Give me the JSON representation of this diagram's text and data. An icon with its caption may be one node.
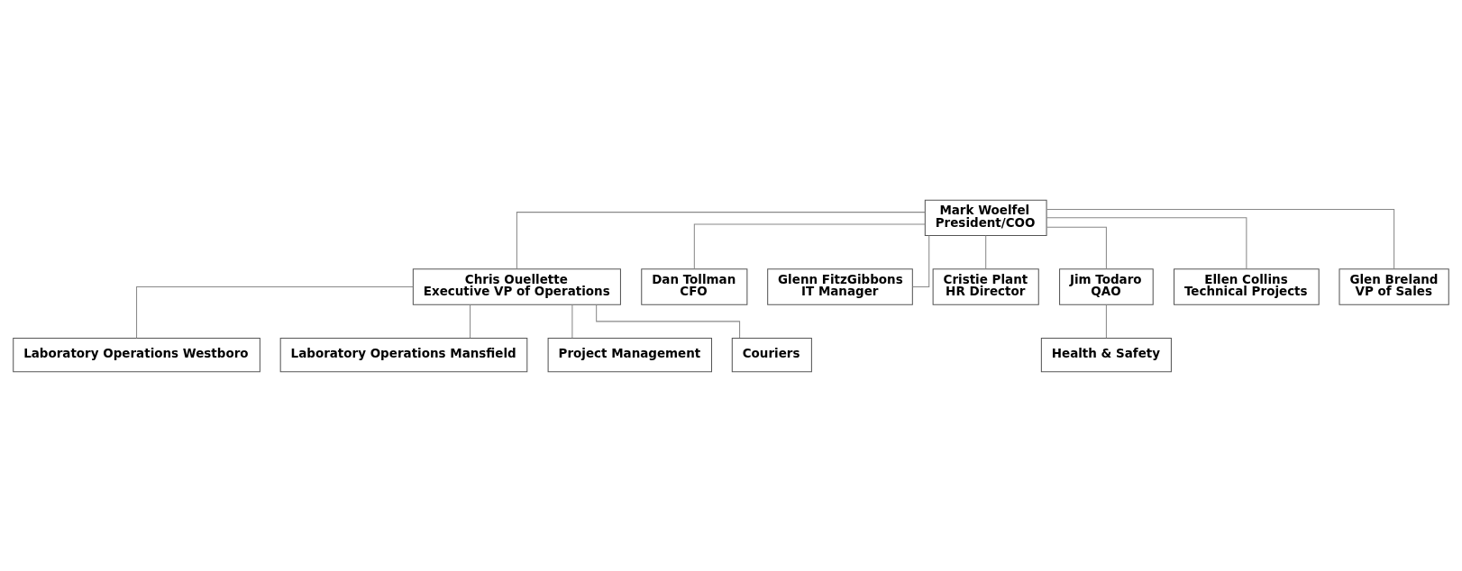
{
  "diagram": {
    "nodes": [
      {
        "text": [
          "Mark Woelfel",
          "President/COO"
        ]
      },
      {
        "text": [
          "Chris Ouellette",
          "Executive VP of Operations"
        ]
      },
      {
        "text": [
          "Dan Tollman",
          "CFO"
        ]
      },
      {
        "text": [
          "Glenn FitzGibbons",
          "IT Manager"
        ]
      },
      {
        "text": [
          "Cristie Plant",
          "HR Director"
        ]
      },
      {
        "text": [
          "Jim Todaro",
          "QAO"
        ]
      },
      {
        "text": [
          "Ellen Collins",
          "Technical Projects"
        ]
      },
      {
        "text": [
          "Glen Breland",
          "VP of Sales"
        ]
      },
      {
        "text": [
          "Laboratory Operations Westboro"
        ]
      },
      {
        "text": [
          "Laboratory Operations Mansfield"
        ]
      },
      {
        "text": [
          "Project Management"
        ]
      },
      {
        "text": [
          "Couriers"
        ]
      },
      {
        "text": [
          "Health & Safety"
        ]
      }
    ],
    "edges": [
      {
        "from": 0,
        "to": 1,
        "arrow": "none"
      },
      {
        "from": 0,
        "to": 2,
        "arrow": "none"
      },
      {
        "from": 0,
        "to": 3,
        "arrow": "none"
      },
      {
        "from": 0,
        "to": 4,
        "arrow": "none"
      },
      {
        "from": 0,
        "to": 5,
        "arrow": "none"
      },
      {
        "from": 0,
        "to": 6,
        "arrow": "none"
      },
      {
        "from": 0,
        "to": 7,
        "arrow": "none"
      },
      {
        "from": 1,
        "to": 8,
        "arrow": "none"
      },
      {
        "from": 1,
        "to": 9,
        "arrow": "none"
      },
      {
        "from": 1,
        "to": 10,
        "arrow": "none"
      },
      {
        "from": 1,
        "to": 11,
        "arrow": "none"
      },
      {
        "from": 5,
        "to": 12,
        "arrow": "none"
      }
    ]
  }
}
